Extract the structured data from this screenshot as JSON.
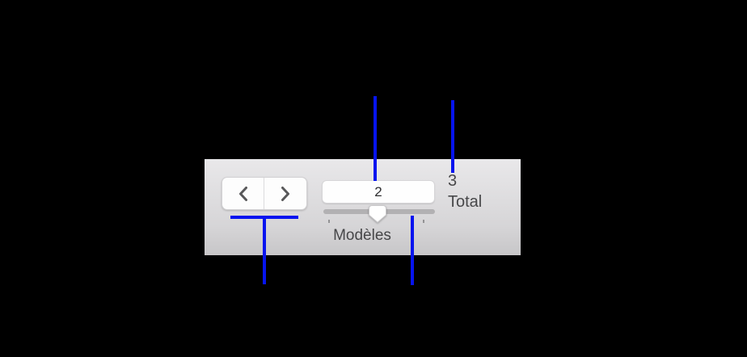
{
  "colors": {
    "annotation_blue": "#0614ef",
    "panel_top": "#e9e8ea",
    "panel_bottom": "#c7c6c8",
    "label_text": "#48484a"
  },
  "panel": {
    "nav": {
      "back_icon": "chevron-left",
      "forward_icon": "chevron-right"
    },
    "models_field": {
      "value": "2"
    },
    "models_slider": {
      "position_percent": 50,
      "ticks": 2
    },
    "models_label": "Modèles",
    "total": {
      "value": "3",
      "label": "Total"
    }
  }
}
